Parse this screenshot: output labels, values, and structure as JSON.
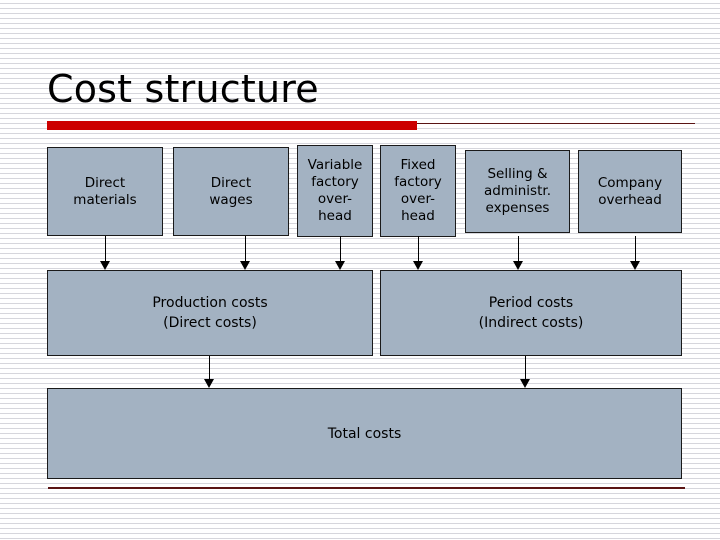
{
  "slide": {
    "title": "Cost structure",
    "accent_color": "#cc0000",
    "rule_color": "#5a1414",
    "box_fill": "#a3b2c2",
    "box_border": "#1a1a1a",
    "background": "#ffffff"
  },
  "diagram": {
    "top_row": [
      {
        "id": "direct-materials",
        "label": "Direct\nmaterials"
      },
      {
        "id": "direct-wages",
        "label": "Direct\nwages"
      },
      {
        "id": "variable-factory-overhead",
        "label": "Variable\nfactory\nover-\nhead"
      },
      {
        "id": "fixed-factory-overhead",
        "label": "Fixed\nfactory\nover-\nhead"
      },
      {
        "id": "selling-administrative-expenses",
        "label": "Selling &\nadministr.\nexpenses"
      },
      {
        "id": "company-overhead",
        "label": "Company\noverhead"
      }
    ],
    "middle_row": [
      {
        "id": "production-costs",
        "label": "Production costs\n(Direct costs)"
      },
      {
        "id": "period-costs",
        "label": "Period costs\n(Indirect costs)"
      }
    ],
    "bottom_row": [
      {
        "id": "total-costs",
        "label": "Total costs"
      }
    ],
    "connectors": [
      {
        "from": "direct-materials",
        "to": "production-costs"
      },
      {
        "from": "direct-wages",
        "to": "production-costs"
      },
      {
        "from": "variable-factory-overhead",
        "to": "production-costs"
      },
      {
        "from": "fixed-factory-overhead",
        "to": "period-costs"
      },
      {
        "from": "selling-administrative-expenses",
        "to": "period-costs"
      },
      {
        "from": "company-overhead",
        "to": "period-costs"
      },
      {
        "from": "production-costs",
        "to": "total-costs"
      },
      {
        "from": "period-costs",
        "to": "total-costs"
      }
    ]
  }
}
